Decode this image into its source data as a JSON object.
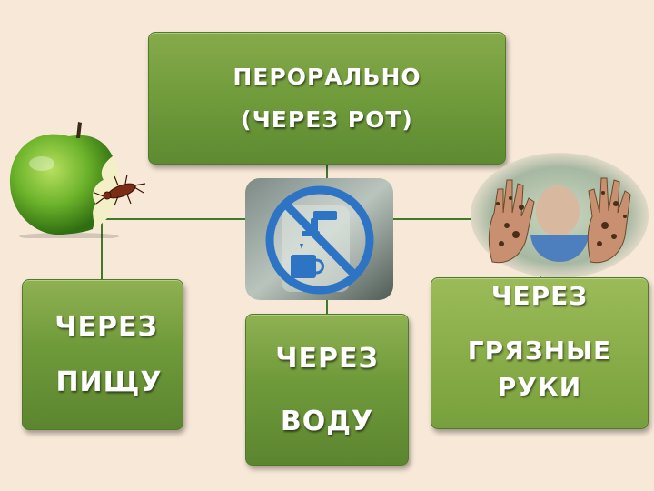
{
  "center_node": {
    "line1": "ПЕРОРАЛЬНО",
    "line2": "(ЧЕРЕЗ РОТ)"
  },
  "branches": [
    {
      "line1": "ЧЕРЕЗ",
      "line2": "ПИЩУ"
    },
    {
      "line1": "ЧЕРЕЗ",
      "line2": "ВОДУ"
    },
    {
      "line1": "ЧЕРЕЗ",
      "line2": "ГРЯЗНЫЕ РУКИ"
    }
  ],
  "images": [
    {
      "icon": "apple-with-bug-icon"
    },
    {
      "icon": "no-water-sign-icon"
    },
    {
      "icon": "dirty-hands-icon"
    }
  ],
  "colors": {
    "box_green": "#6f9a3a",
    "connector": "#3f7a2a",
    "background": "#f8e8d8"
  }
}
